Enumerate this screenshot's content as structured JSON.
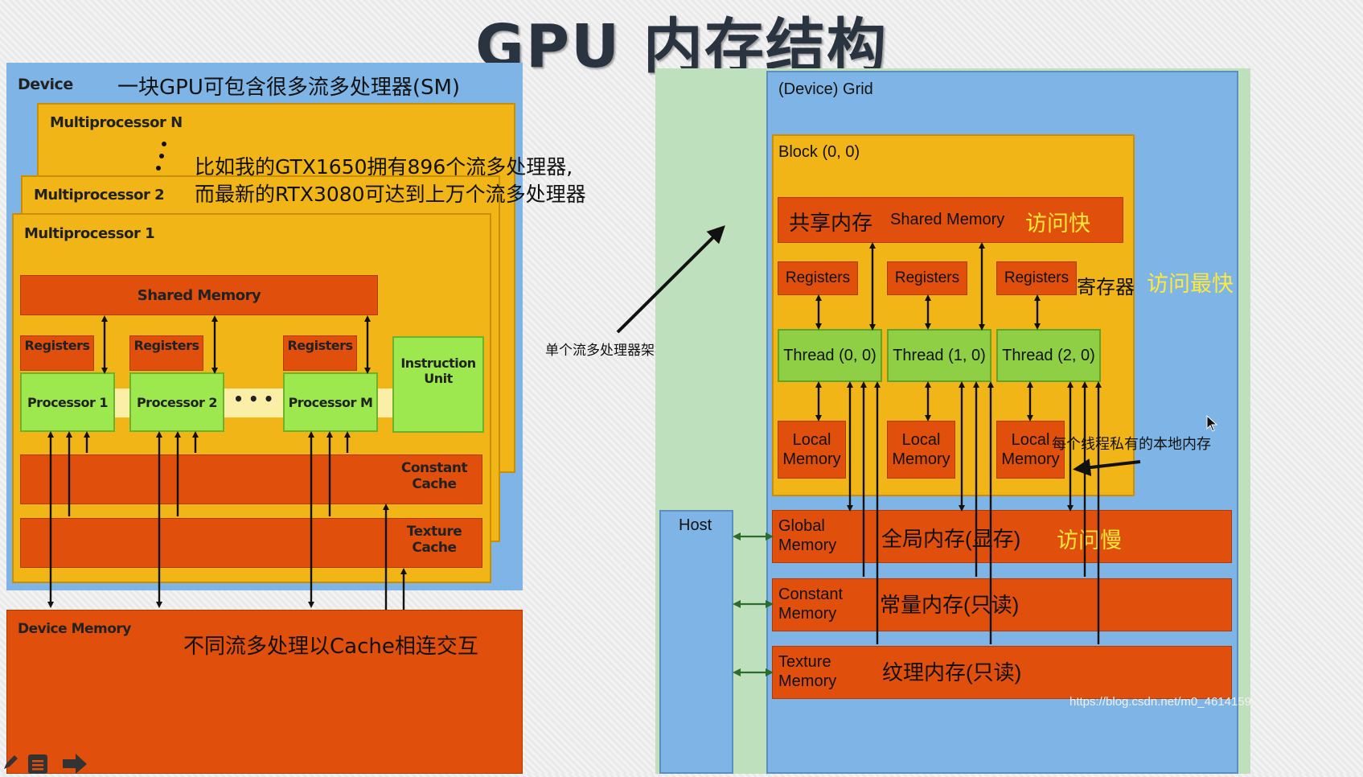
{
  "page": {
    "title": "GPU 内存结构"
  },
  "left": {
    "device_label": "Device",
    "device_caption": "一块GPU可包含很多流多处理器(SM)",
    "mp_n": "Multiprocessor N",
    "mp_2": "Multiprocessor 2",
    "mp_1": "Multiprocessor 1",
    "note_line1": "比如我的GTX1650拥有896个流多处理器,",
    "note_line2": "而最新的RTX3080可达到上万个流多处理器",
    "shared_memory": "Shared Memory",
    "registers": [
      "Registers",
      "Registers",
      "Registers"
    ],
    "processors": [
      "Processor 1",
      "Processor 2",
      "Processor M"
    ],
    "dots": "• • •",
    "instruction_unit": "Instruction Unit",
    "constant_cache": "Constant Cache",
    "texture_cache": "Texture Cache",
    "device_memory": "Device Memory",
    "device_memory_caption": "不同流多处理以Cache相连交互"
  },
  "middle": {
    "sm_annotation": "单个流多处理器架构"
  },
  "right": {
    "grid_label": "(Device) Grid",
    "block_label": "Block (0, 0)",
    "shared_cn": "共享内存",
    "shared_en": "Shared Memory",
    "shared_speed": "访问快",
    "registers": [
      "Registers",
      "Registers",
      "Registers"
    ],
    "registers_cn": "寄存器",
    "registers_speed": "访问最快",
    "threads": [
      "Thread (0, 0)",
      "Thread (1, 0)",
      "Thread (2, 0)"
    ],
    "local_memory": [
      "Local Memory",
      "Local Memory",
      "Local Memory"
    ],
    "local_cn": "每个线程私有的本地内存",
    "host": "Host",
    "global_en": "Global Memory",
    "global_cn": "全局内存(显存)",
    "global_speed": "访问慢",
    "constant_en": "Constant Memory",
    "constant_cn": "常量内存(只读)",
    "texture_en": "Texture Memory",
    "texture_cn": "纹理内存(只读)",
    "watermark": "https://blog.csdn.net/m0_4614159"
  },
  "colors": {
    "blue": "#7eb5e6",
    "yellow": "#f2b518",
    "orange": "#e04f0c",
    "green": "#9ce84e",
    "light_green": "#bfe0bd",
    "thread_green": "#8fcf45"
  }
}
